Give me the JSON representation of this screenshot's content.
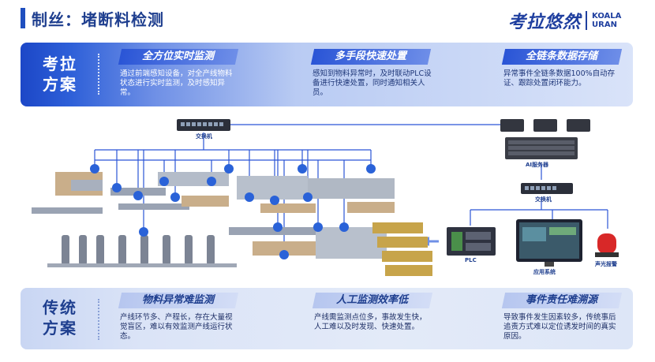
{
  "header": {
    "title": "制丝：堵断料检测"
  },
  "logo": {
    "cn": "考拉悠然",
    "en_line1": "KOALA",
    "en_line2": "URAN"
  },
  "solution": {
    "label_line1": "考拉",
    "label_line2": "方案",
    "features": [
      {
        "tag": "全方位实时监测",
        "desc": "通过前端感知设备，对全产线物料状态进行实时监测，及时感知异常。"
      },
      {
        "tag": "多手段快速处置",
        "desc": "感知到物料异常时，及时联动PLC设备进行快速处置，同时通知相关人员。"
      },
      {
        "tag": "全链条数据存储",
        "desc": "异常事件全链条数据100%自动存证、跟踪处置闭环能力。"
      }
    ]
  },
  "traditional": {
    "label_line1": "传统",
    "label_line2": "方案",
    "problems": [
      {
        "tag": "物料异常难监测",
        "desc": "产线环节多、产程长，存在大量视觉盲区，难以有效监测产线运行状态。"
      },
      {
        "tag": "人工监测效率低",
        "desc": "产线需监测点位多，事故发生快，人工难以及时发现、快速处置。"
      },
      {
        "tag": "事件责任难溯源",
        "desc": "导致事件发生因素较多，传统事后追责方式难以定位诱发时间的真实原因。"
      }
    ]
  },
  "devices": {
    "switch_top": "交换机",
    "ai_server": "AI服务器",
    "switch_right": "交换机",
    "plc": "PLC",
    "app_system": "应用系统",
    "alarm": "声光报警"
  },
  "colors": {
    "brand": "#1f3f9f",
    "accent": "#1c47c7",
    "line": "#2a55d6",
    "camera": "#2a62d8"
  }
}
